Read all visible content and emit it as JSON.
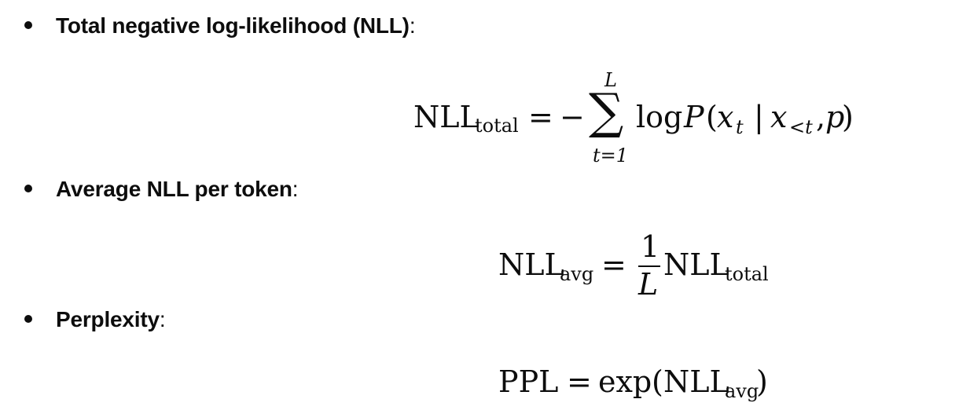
{
  "bullets": [
    {
      "label": "Total negative log-likelihood (NLL)",
      "punct": ":"
    },
    {
      "label": "Average NLL per token",
      "punct": ":"
    },
    {
      "label": "Perplexity",
      "punct": ":"
    }
  ],
  "eq1": {
    "lhs": "NLL",
    "lhs_sub": "total",
    "eq": "=",
    "minus": "−",
    "sum": "∑",
    "upper": "L",
    "lower": "t=1",
    "log": "log",
    "P": "P",
    "lp": "(",
    "x1": "x",
    "x1_sub": "t",
    "bar": "|",
    "x2": "x",
    "x2_sub": "<t",
    "comma": ",",
    "p": "p",
    "rp": ")"
  },
  "eq2": {
    "lhs": "NLL",
    "lhs_sub": "avg",
    "eq": "=",
    "num": "1",
    "den": "L",
    "rhs": "NLL",
    "rhs_sub": "total"
  },
  "eq3": {
    "lhs": "PPL",
    "eq": "=",
    "exp": "exp",
    "lp": "(",
    "arg": "NLL",
    "arg_sub": "avg",
    "rp": ")"
  }
}
